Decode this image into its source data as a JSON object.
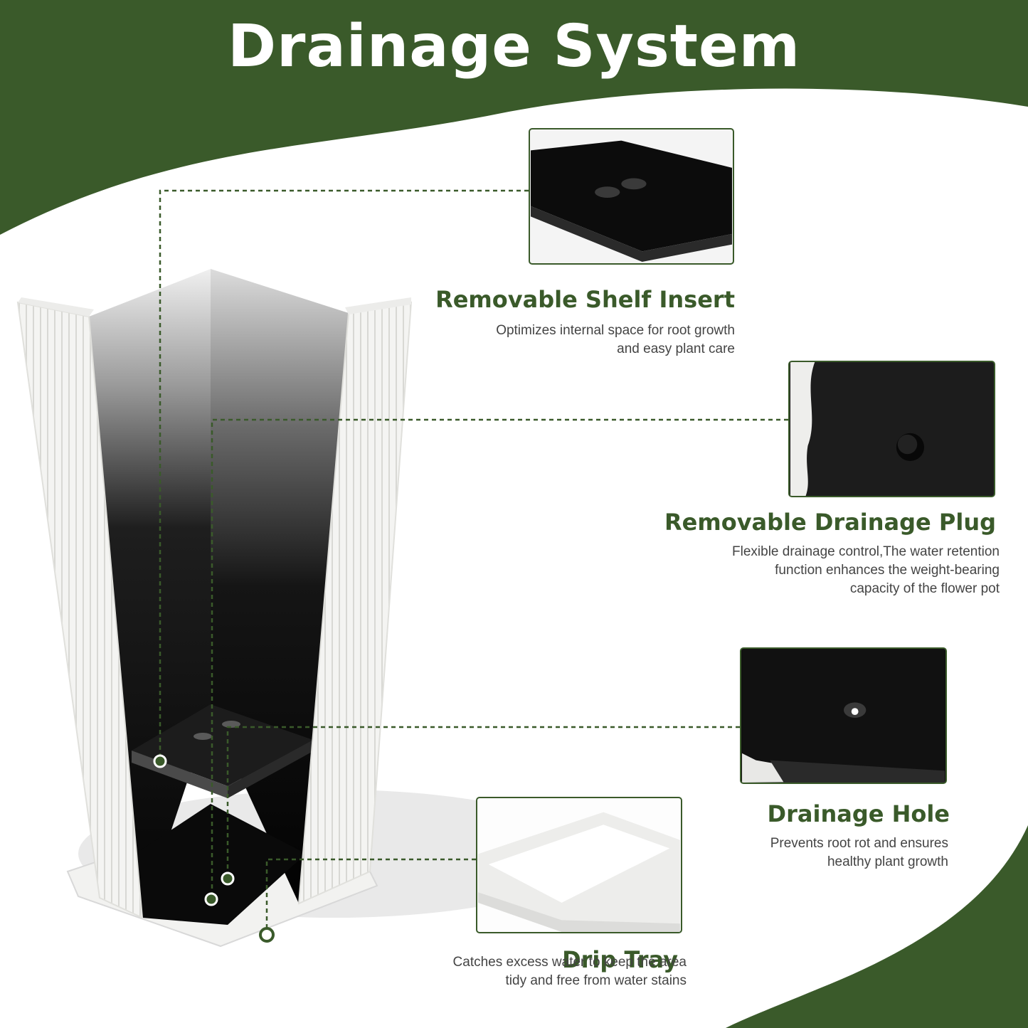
{
  "title": "Drainage System",
  "features": {
    "shelf": {
      "heading": "Removable Shelf Insert",
      "lines": [
        "Optimizes internal space for root growth",
        "and easy plant care"
      ]
    },
    "plug": {
      "heading": "Removable Drainage Plug",
      "lines": [
        "Flexible drainage control,The water retention",
        "function enhances the weight-bearing",
        "capacity of the flower pot"
      ]
    },
    "hole": {
      "heading": "Drainage Hole",
      "lines": [
        "Prevents root rot and ensures",
        "healthy plant growth"
      ]
    },
    "tray": {
      "heading": "Drip Tray",
      "lines": [
        "Catches excess water to keep the area",
        "tidy and free from water stains"
      ]
    }
  },
  "colors": {
    "brand": "#3a5a2a",
    "text": "#444444",
    "background": "#ffffff"
  }
}
